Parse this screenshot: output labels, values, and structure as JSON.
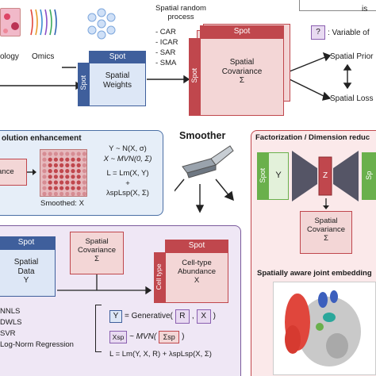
{
  "top": {
    "histology_label": "ology",
    "omics_label": "Omics",
    "spatial_weights": {
      "spot_top": "Spot",
      "spot_side": "Spot",
      "title_line1": "Spatial",
      "title_line2": "Weights"
    },
    "random_process": {
      "title_line1": "Spatial random",
      "title_line2": "process",
      "items": [
        "- CAR",
        "- ICAR",
        "- SAR",
        "- SMA"
      ]
    },
    "spatial_covariance": {
      "spot_top": "Spot",
      "spot_side": "Spot",
      "title_line1": "Spatial",
      "title_line2": "Covariance",
      "symbol": "Σ"
    },
    "legend": {
      "badge": "?",
      "text": ": Variable of"
    },
    "spatial_prior": "Spatial Prior",
    "spatial_loss": "Spatial Loss",
    "corner_text": "is"
  },
  "left_panel": {
    "title": "olution enhancement",
    "cov_partial": "ance",
    "smoothed_label": "Smoothed: X",
    "eq1": "Y ~ N(X, σ)",
    "eq2": "X ~ MVN(0, Σ)",
    "eq3": "L = Lm(X, Y)",
    "eq4": "+",
    "eq5": "λspLsp(X, Σ)"
  },
  "smoother": {
    "title": "Smoother"
  },
  "right_panel": {
    "title": "Factorization / Dimension reduc",
    "spot_left": "Spot",
    "y_label": "Y",
    "z_label": "Z",
    "spot_right": "Sp",
    "cov_line1": "Spatial",
    "cov_line2": "Covariance",
    "cov_symbol": "Σ",
    "embed_title": "Spatially aware joint embedding"
  },
  "bottom_panel": {
    "spot_header": "Spot",
    "data_line1": "Spatial",
    "data_line2": "Data",
    "data_symbol": "Y",
    "cov_line1": "Spatial",
    "cov_line2": "Covariance",
    "cov_symbol": "Σ",
    "abund_spot": "Spot",
    "abund_side": "Cell type",
    "abund_line1": "Cell-type",
    "abund_line2": "Abundance",
    "abund_symbol": "X",
    "methods": [
      "NNLS",
      "DWLS",
      "SVR",
      "Log-Norm Regression"
    ],
    "eq_y": "Y",
    "eq_gen": "= Generative(",
    "eq_r": "R",
    "eq_comma": ",",
    "eq_x": "X",
    "eq_close": ")",
    "eq_xsp": "Xsp",
    "eq_mvn": "~ MVN(",
    "eq_sigma": "Σsp",
    "eq_mvn_close": ")",
    "eq_loss": "L = Lm(Y, X, R) + λspLsp(X, Σ)"
  },
  "colors": {
    "blue_header": "#3f5f9c",
    "blue_fill": "#dde7f6",
    "red_header": "#c0474d",
    "red_fill": "#f3d6d6",
    "green": "#6ab04c",
    "panel_blue": "#e6eef8",
    "panel_pink": "#fbe9ea",
    "panel_purple": "#efe7f5"
  }
}
